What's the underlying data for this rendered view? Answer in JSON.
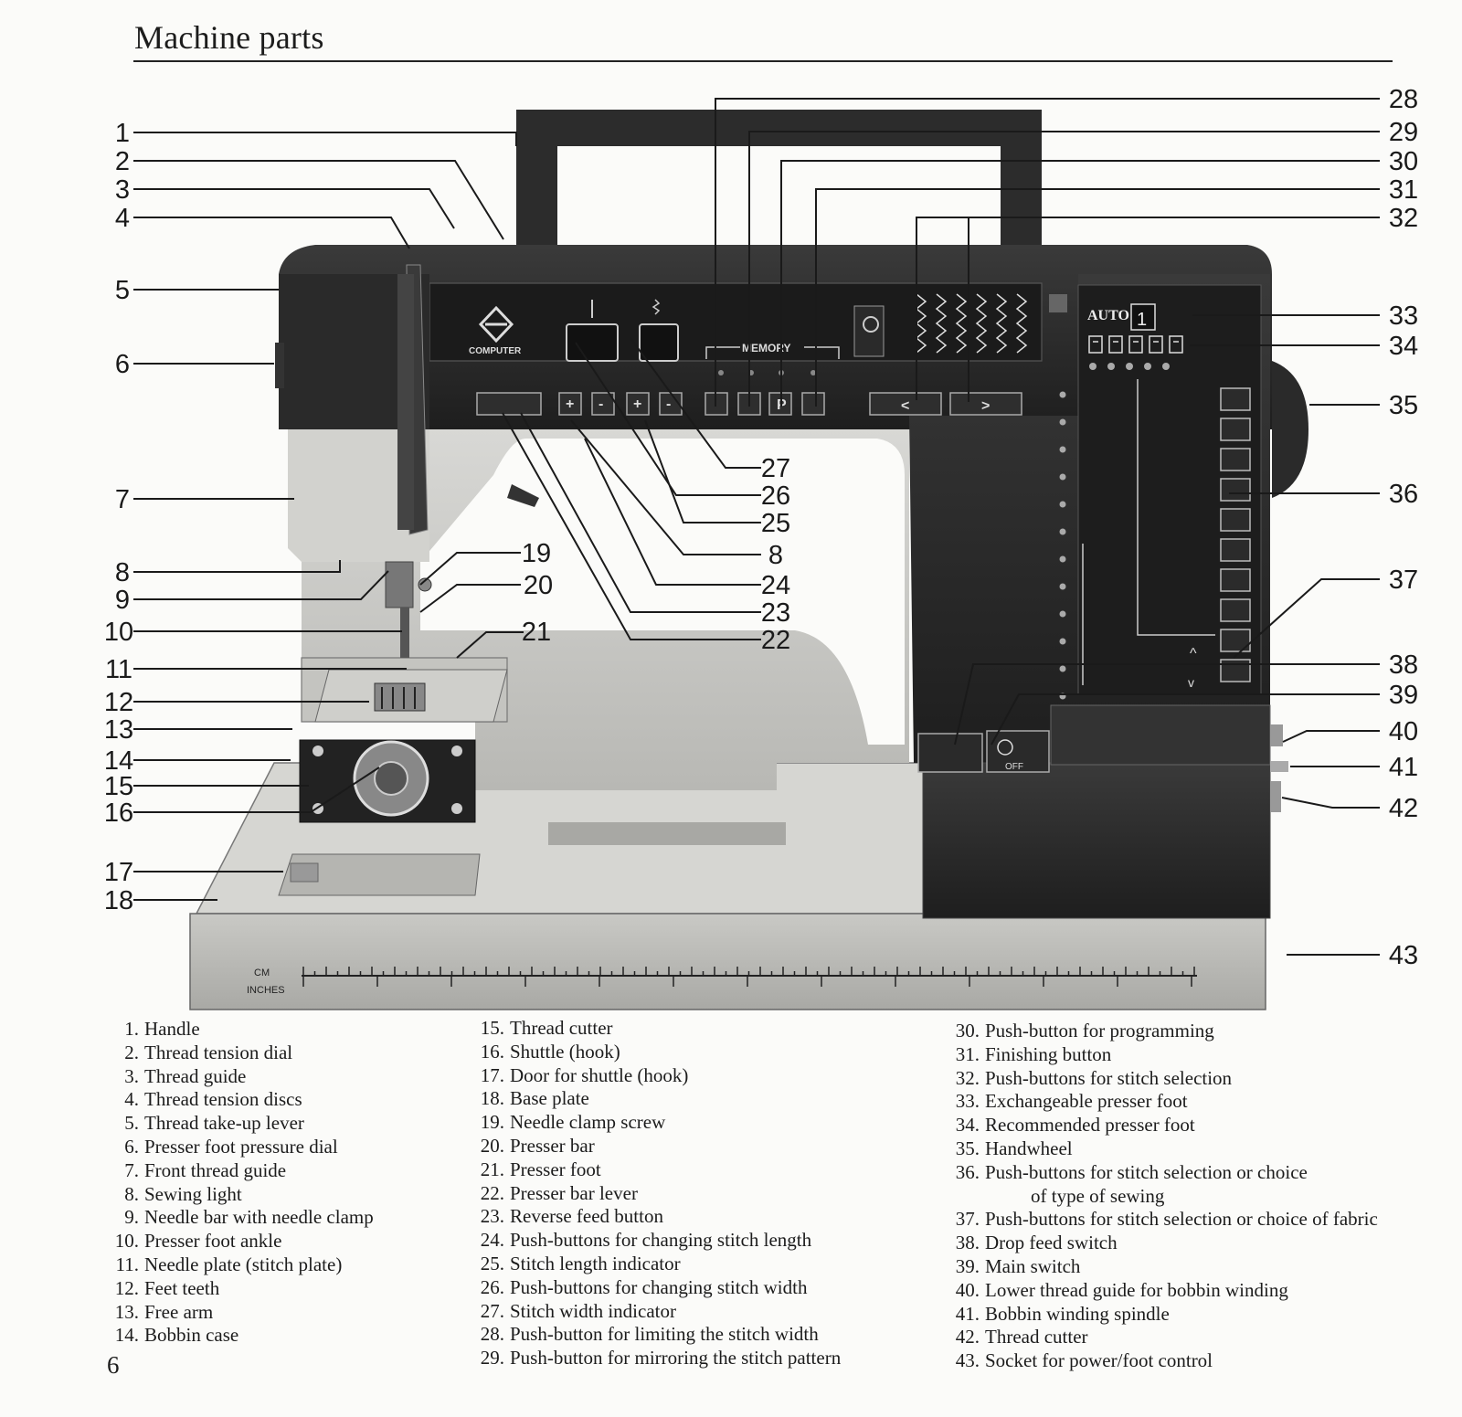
{
  "page_title": "Machine parts",
  "page_number": "6",
  "panel_text": {
    "brand": "COMPUTER",
    "memory": "MEMORY",
    "auto": "AUTO",
    "pattern_number": "1",
    "off": "OFF",
    "ruler_cm": "CM",
    "ruler_inches": "INCHES"
  },
  "callouts": {
    "left": [
      "1",
      "2",
      "3",
      "4",
      "5",
      "6",
      "7",
      "8",
      "9",
      "10",
      "11",
      "12",
      "13",
      "14",
      "15",
      "16",
      "17",
      "18"
    ],
    "right": [
      "28",
      "29",
      "30",
      "31",
      "32",
      "33",
      "34",
      "35",
      "36",
      "37",
      "38",
      "39",
      "40",
      "41",
      "42",
      "43"
    ],
    "center": [
      "27",
      "26",
      "25",
      "8",
      "24",
      "23",
      "22",
      "19",
      "20",
      "21"
    ]
  },
  "legend": {
    "col1": [
      {
        "n": "1.",
        "text": "Handle"
      },
      {
        "n": "2.",
        "text": "Thread tension dial"
      },
      {
        "n": "3.",
        "text": "Thread guide"
      },
      {
        "n": "4.",
        "text": "Thread tension discs"
      },
      {
        "n": "5.",
        "text": "Thread take-up lever"
      },
      {
        "n": "6.",
        "text": "Presser foot pressure dial"
      },
      {
        "n": "7.",
        "text": "Front thread guide"
      },
      {
        "n": "8.",
        "text": "Sewing light"
      },
      {
        "n": "9.",
        "text": "Needle bar with needle clamp"
      },
      {
        "n": "10.",
        "text": "Presser foot ankle"
      },
      {
        "n": "11.",
        "text": "Needle plate (stitch plate)"
      },
      {
        "n": "12.",
        "text": "Feet teeth"
      },
      {
        "n": "13.",
        "text": "Free arm"
      },
      {
        "n": "14.",
        "text": "Bobbin case"
      }
    ],
    "col2": [
      {
        "n": "15.",
        "text": "Thread cutter"
      },
      {
        "n": "16.",
        "text": "Shuttle (hook)"
      },
      {
        "n": "17.",
        "text": "Door for shuttle (hook)"
      },
      {
        "n": "18.",
        "text": "Base plate"
      },
      {
        "n": "19.",
        "text": "Needle clamp screw"
      },
      {
        "n": "20.",
        "text": "Presser bar"
      },
      {
        "n": "21.",
        "text": "Presser foot"
      },
      {
        "n": "22.",
        "text": "Presser bar lever"
      },
      {
        "n": "23.",
        "text": "Reverse feed button"
      },
      {
        "n": "24.",
        "text": "Push-buttons for changing stitch length"
      },
      {
        "n": "25.",
        "text": "Stitch length indicator"
      },
      {
        "n": "26.",
        "text": "Push-buttons for changing stitch width"
      },
      {
        "n": "27.",
        "text": "Stitch width indicator"
      },
      {
        "n": "28.",
        "text": "Push-button for limiting the stitch width"
      },
      {
        "n": "29.",
        "text": "Push-button for mirroring the stitch pattern"
      }
    ],
    "col3": [
      {
        "n": "30.",
        "text": "Push-button for programming"
      },
      {
        "n": "31.",
        "text": "Finishing button"
      },
      {
        "n": "32.",
        "text": "Push-buttons for stitch selection"
      },
      {
        "n": "33.",
        "text": "Exchangeable presser foot"
      },
      {
        "n": "34.",
        "text": "Recommended presser foot"
      },
      {
        "n": "35.",
        "text": "Handwheel"
      },
      {
        "n": "36.",
        "text": "Push-buttons for stitch selection or choice"
      },
      {
        "n": "",
        "text": "of type of sewing"
      },
      {
        "n": "37.",
        "text": "Push-buttons for stitch selection or choice of fabric"
      },
      {
        "n": "38.",
        "text": "Drop feed switch"
      },
      {
        "n": "39.",
        "text": "Main switch"
      },
      {
        "n": "40.",
        "text": "Lower thread guide for bobbin winding"
      },
      {
        "n": "41.",
        "text": "Bobbin winding spindle"
      },
      {
        "n": "42.",
        "text": "Thread cutter"
      },
      {
        "n": "43.",
        "text": "Socket for power/foot control"
      }
    ]
  }
}
